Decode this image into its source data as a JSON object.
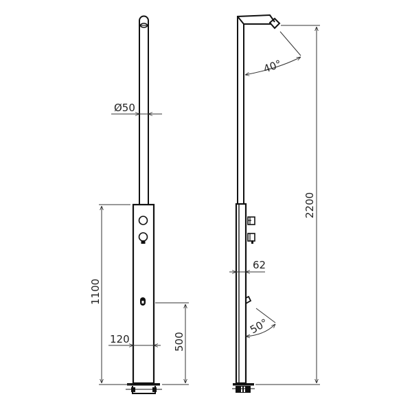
{
  "drawing": {
    "title": "Outdoor shower column – technical drawing",
    "colors": {
      "line": "#111111",
      "dim": "#333333",
      "background": "#ffffff"
    },
    "front_view": {
      "dimensions": {
        "tube_diameter": "Ø50",
        "body_width": "120",
        "body_height": "1100",
        "control_height": "500"
      },
      "components": [
        "shower-head",
        "upper-tube",
        "lower-body",
        "push-button",
        "mixer-valve",
        "foot-shower-valve",
        "base-flange"
      ]
    },
    "side_view": {
      "dimensions": {
        "total_height": "2200",
        "body_depth": "62",
        "head_angle": "40°",
        "foot_nozzle_angle": "50°"
      },
      "components": [
        "angled-head",
        "nozzle",
        "upper-tube",
        "lower-body",
        "valve-1",
        "valve-2",
        "foot-nozzle",
        "base-flange"
      ]
    }
  }
}
